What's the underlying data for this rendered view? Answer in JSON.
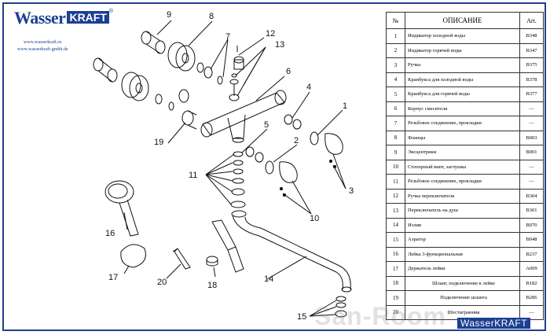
{
  "brand": {
    "logo_word": "Wasser",
    "logo_box": "KRAFT",
    "registered": "®",
    "url_ru": "www.wasserkraft.ru",
    "url_de": "www.wasserkraft-gmbh.de",
    "footer": "WasserKRAFT"
  },
  "watermark": "San-Room",
  "table": {
    "headers": {
      "no": "№",
      "description": "ОПИСАНИЕ",
      "art": "Art."
    },
    "rows": [
      {
        "no": "1",
        "description": "Индикатор холодной воды",
        "art": "B348"
      },
      {
        "no": "2",
        "description": "Индикатор горячей воды",
        "art": "B347"
      },
      {
        "no": "3",
        "description": "Ручка",
        "art": "B375"
      },
      {
        "no": "4",
        "description": "Кранбукса для холодной воды",
        "art": "B378"
      },
      {
        "no": "5",
        "description": "Кранбукса для горячей воды",
        "art": "B377"
      },
      {
        "no": "6",
        "description": "Корпус смесителя",
        "art": "—"
      },
      {
        "no": "7",
        "description": "Резьбовое соединение, прокладки",
        "art": "—"
      },
      {
        "no": "8",
        "description": "Фланцы",
        "art": "B003"
      },
      {
        "no": "9",
        "description": "Эксцентрики",
        "art": "B001"
      },
      {
        "no": "10",
        "description": "Стопорный винт, заглушка",
        "art": "—"
      },
      {
        "no": "11",
        "description": "Резьбовое соединение, прокладки",
        "art": "—"
      },
      {
        "no": "12",
        "description": "Ручка переключателя",
        "art": "B304"
      },
      {
        "no": "13",
        "description": "Переключатель на душ",
        "art": "B301"
      },
      {
        "no": "14",
        "description": "Излив",
        "art": "B070"
      },
      {
        "no": "15",
        "description": "Аэратор",
        "art": "B048"
      },
      {
        "no": "16",
        "description": "Лейка 3-функциональная",
        "art": "B237"
      },
      {
        "no": "17",
        "description": "Держатель лейки",
        "art": "A009"
      },
      {
        "no": "18",
        "description": "Шланг, подключение к лейке",
        "art": "B182"
      },
      {
        "no": "19",
        "description": "Подключение шланга",
        "art": "B286"
      },
      {
        "no": "20",
        "description": "Шестигранник",
        "art": "—"
      }
    ]
  },
  "callouts": [
    "1",
    "2",
    "3",
    "4",
    "5",
    "6",
    "7",
    "8",
    "9",
    "10",
    "11",
    "12",
    "13",
    "14",
    "15",
    "16",
    "17",
    "18",
    "19",
    "20"
  ]
}
